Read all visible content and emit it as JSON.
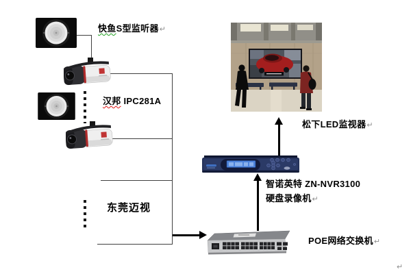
{
  "labels": {
    "listener": {
      "highlight": "快鱼",
      "rest": "S型监听器",
      "mark": "↵"
    },
    "camera": {
      "highlight": "汉邦",
      "rest": " IPC281A"
    },
    "more": {
      "text": "东莞迈视"
    },
    "monitor": {
      "text": "松下LED监视器",
      "mark": "↵"
    },
    "nvr": {
      "line1": "智诺英特 ZN-NVR3100",
      "line2": "硬盘录像机",
      "mark": "↵"
    },
    "switch": {
      "text": "POE网络交换机",
      "mark": "↵"
    },
    "stray_mark": "↵"
  },
  "devices": {
    "listener_top": "ceiling-audio-listener-photo",
    "camera_1": "bullet-ip-camera-photo",
    "listener_mid": "ceiling-audio-listener-photo",
    "camera_2": "bullet-ip-camera-photo",
    "monitor": "lobby-led-video-wall-photo",
    "nvr": "network-video-recorder-photo",
    "switch": "poe-network-switch-photo"
  },
  "colors": {
    "background": "#ffffff",
    "label_text": "#000000",
    "connector_line": "#3f3f3f",
    "arrow": "#000000",
    "return_mark": "#8f8f8f",
    "spellcheck_green": "#21a121",
    "spellcheck_red": "#e01515",
    "nvr_body": "#243159",
    "nvr_lcd": "#4d83dc",
    "switch_body": "#c7c8ca",
    "camera_accent": "#b02a2a",
    "monitor_car_red": "#a31e1e"
  }
}
